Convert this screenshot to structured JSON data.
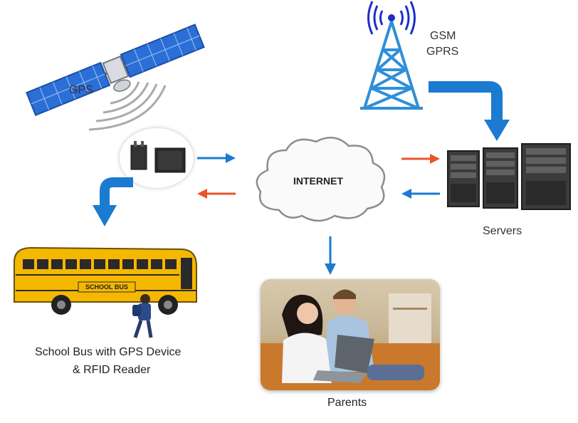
{
  "labels": {
    "gps": "GPS",
    "gsm": "GSM",
    "gprs": "GPRS",
    "internet": "INTERNET",
    "servers": "Servers",
    "bus_line1": "School Bus with GPS Device",
    "bus_line2": "& RFID Reader",
    "school_bus_sign": "SCHOOL BUS",
    "parents": "Parents"
  },
  "colors": {
    "blue_arrow": "#1a7bd0",
    "orange_arrow": "#e8552a",
    "bus_yellow": "#f5b800",
    "satellite_panel": "#2b6fd6",
    "tower": "#2f8fd9",
    "signal": "#1c2fc8"
  }
}
